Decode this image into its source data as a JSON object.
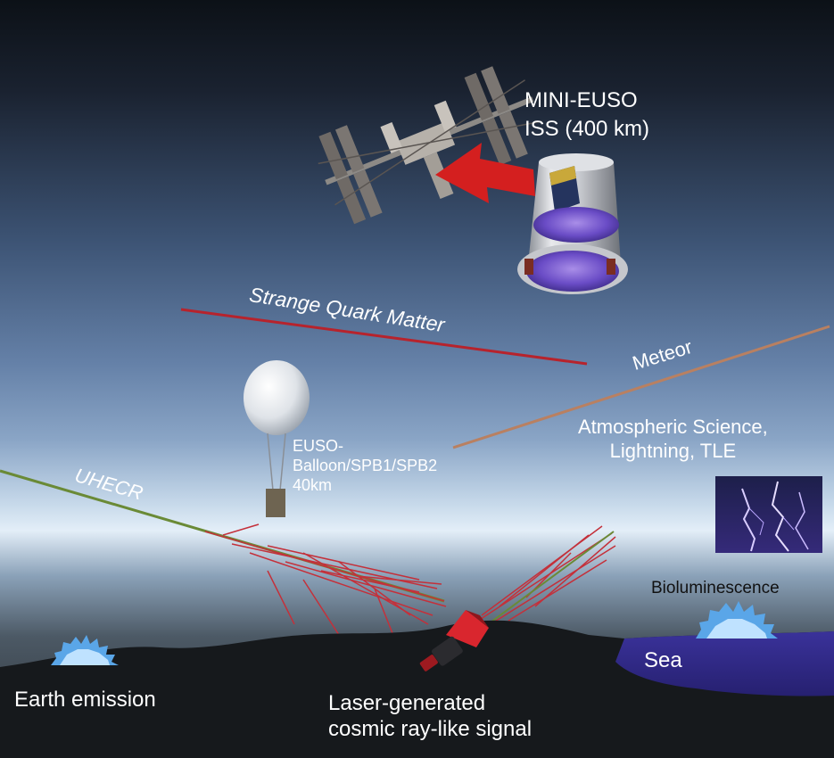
{
  "labels": {
    "mini_euso_line1": "MINI-EUSO",
    "mini_euso_line2": "ISS (400 km)",
    "strange_quark_matter": "Strange Quark Matter",
    "meteor": "Meteor",
    "atmospheric_science": "Atmospheric Science,\nLightning, TLE",
    "balloon": "EUSO-\nBalloon/SPB1/SPB2\n40km",
    "uhecr": "UHECR",
    "bioluminescence": "Bioluminescence",
    "sea": "Sea",
    "earth_emission": "Earth emission",
    "laser_signal": "Laser-generated\ncosmic ray-like signal"
  },
  "colors": {
    "sky_top": "#0c1117",
    "sky_mid": "#5f7fa8",
    "horizon": "#e2eef8",
    "ground": "#16191c",
    "sea": "#322b8a",
    "track_red": "#b7232c",
    "meteor_track": "#b98061",
    "uhecr_track": "#6a8a36",
    "shower_red": "#c4303a",
    "glow_blue": "#5aa6e8",
    "text_light": "#ffffff",
    "text_dark": "#111111"
  },
  "icons": [
    "iss-station-icon",
    "transfer-arrow-icon",
    "mini-euso-telescope-icon",
    "balloon-icon",
    "lightning-photo-icon",
    "laser-emitter-icon",
    "earth-glow-icon",
    "bioluminescence-glow-icon"
  ]
}
